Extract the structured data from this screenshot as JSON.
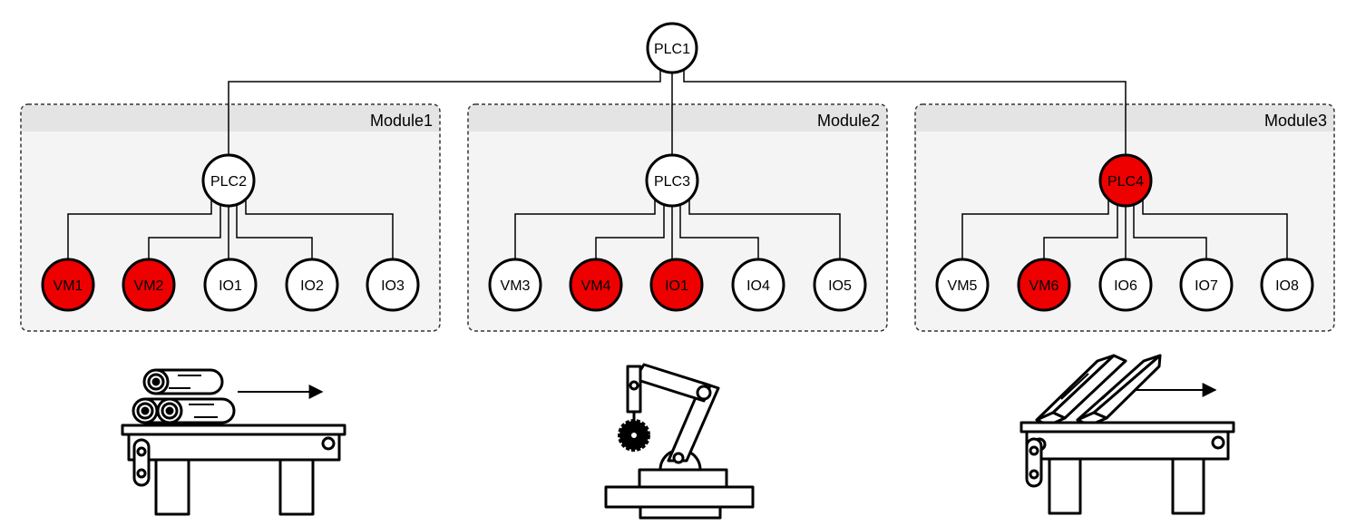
{
  "diagram": {
    "root": {
      "label": "PLC1",
      "state": "normal"
    },
    "modules": [
      {
        "title": "Module1",
        "plc": {
          "label": "PLC2",
          "state": "normal"
        },
        "nodes": [
          {
            "label": "VM1",
            "state": "fault"
          },
          {
            "label": "VM2",
            "state": "fault"
          },
          {
            "label": "IO1",
            "state": "normal"
          },
          {
            "label": "IO2",
            "state": "normal"
          },
          {
            "label": "IO3",
            "state": "normal"
          }
        ],
        "machine": "conveyor-with-logs-icon"
      },
      {
        "title": "Module2",
        "plc": {
          "label": "PLC3",
          "state": "normal"
        },
        "nodes": [
          {
            "label": "VM3",
            "state": "normal"
          },
          {
            "label": "VM4",
            "state": "fault"
          },
          {
            "label": "IO1",
            "state": "fault"
          },
          {
            "label": "IO4",
            "state": "normal"
          },
          {
            "label": "IO5",
            "state": "normal"
          }
        ],
        "machine": "robot-arm-saw-icon"
      },
      {
        "title": "Module3",
        "plc": {
          "label": "PLC4",
          "state": "fault"
        },
        "nodes": [
          {
            "label": "VM5",
            "state": "normal"
          },
          {
            "label": "VM6",
            "state": "fault"
          },
          {
            "label": "IO6",
            "state": "normal"
          },
          {
            "label": "IO7",
            "state": "normal"
          },
          {
            "label": "IO8",
            "state": "normal"
          }
        ],
        "machine": "conveyor-with-boards-icon"
      }
    ]
  },
  "colors": {
    "fault": "#ee0000",
    "normal": "#ffffff",
    "module_fill": "#f4f4f4",
    "module_header": "#e4e4e4",
    "stroke": "#000000"
  }
}
